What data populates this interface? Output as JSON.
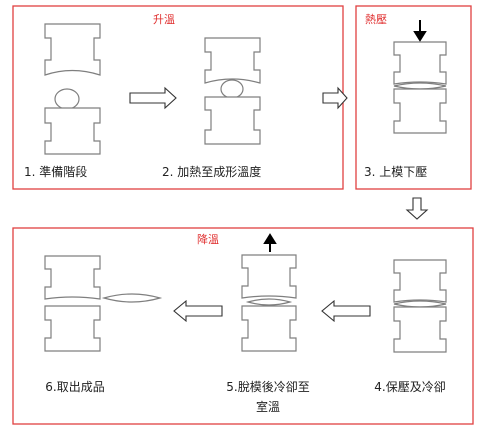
{
  "stages": {
    "heating": {
      "title": "升溫"
    },
    "hot_press": {
      "title": "熱壓"
    },
    "cooling": {
      "title": "降溫"
    }
  },
  "steps": {
    "s1": "1. 準備階段",
    "s2": "2. 加熱至成形溫度",
    "s3": "3. 上模下壓",
    "s4": "4.保壓及冷卻",
    "s5_line1": "5.脫模後冷卻至",
    "s5_line2": "室溫",
    "s6": "6.取出成品"
  },
  "colors": {
    "frame": "#e04040",
    "stage_title": "#e03030",
    "mold_outline": "#7f7f7f"
  }
}
